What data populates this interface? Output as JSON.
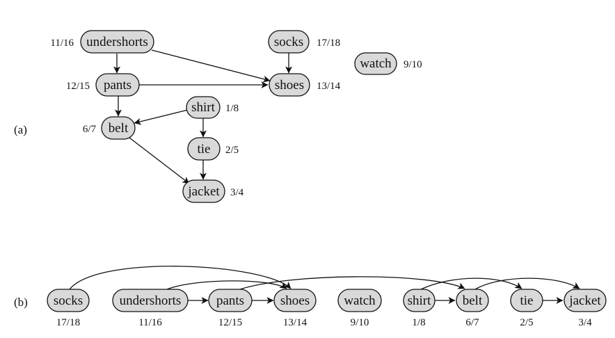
{
  "labels": {
    "part_a": "(a)",
    "part_b": "(b)"
  },
  "nodes": {
    "undershorts": {
      "label": "undershorts",
      "time": "11/16"
    },
    "socks": {
      "label": "socks",
      "time": "17/18"
    },
    "watch": {
      "label": "watch",
      "time": "9/10"
    },
    "pants": {
      "label": "pants",
      "time": "12/15"
    },
    "shoes": {
      "label": "shoes",
      "time": "13/14"
    },
    "shirt": {
      "label": "shirt",
      "time": "1/8"
    },
    "belt": {
      "label": "belt",
      "time": "6/7"
    },
    "tie": {
      "label": "tie",
      "time": "2/5"
    },
    "jacket": {
      "label": "jacket",
      "time": "3/4"
    }
  },
  "graph_edges": [
    [
      "undershorts",
      "pants"
    ],
    [
      "undershorts",
      "shoes"
    ],
    [
      "socks",
      "shoes"
    ],
    [
      "pants",
      "shoes"
    ],
    [
      "pants",
      "belt"
    ],
    [
      "shirt",
      "belt"
    ],
    [
      "shirt",
      "tie"
    ],
    [
      "tie",
      "jacket"
    ],
    [
      "belt",
      "jacket"
    ]
  ],
  "sorted_order": [
    "socks",
    "undershorts",
    "pants",
    "shoes",
    "watch",
    "shirt",
    "belt",
    "tie",
    "jacket"
  ]
}
